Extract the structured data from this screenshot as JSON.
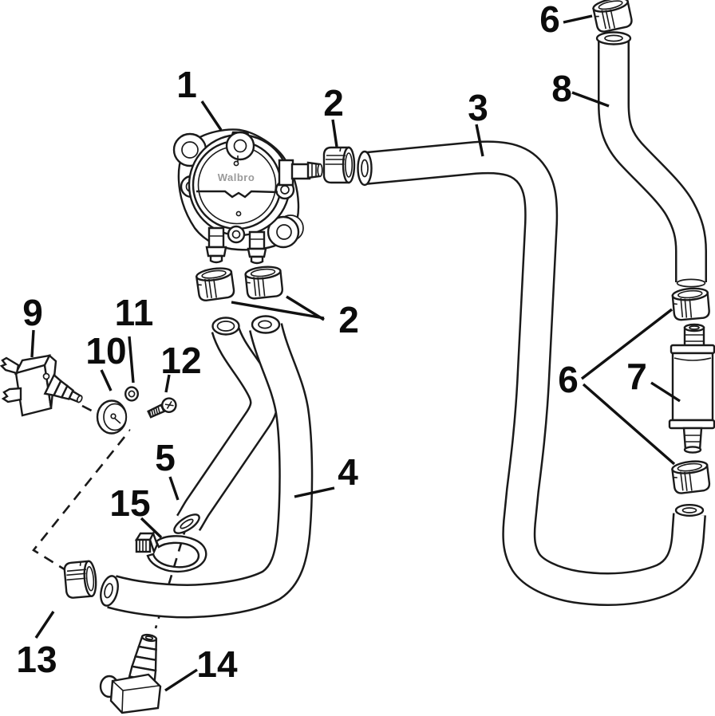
{
  "diagram": {
    "brand_text": "Walbro",
    "ink_color": "#1a1a1a",
    "background_color": "#ffffff",
    "brand_text_color": "#9a9a9a",
    "callouts": {
      "c1": "1",
      "c2_top": "2",
      "c2_mid": "2",
      "c3": "3",
      "c4": "4",
      "c5": "5",
      "c6_top": "6",
      "c6_mid": "6",
      "c7": "7",
      "c8": "8",
      "c9": "9",
      "c10": "10",
      "c11": "11",
      "c12": "12",
      "c13": "13",
      "c14": "14",
      "c15": "15"
    }
  }
}
